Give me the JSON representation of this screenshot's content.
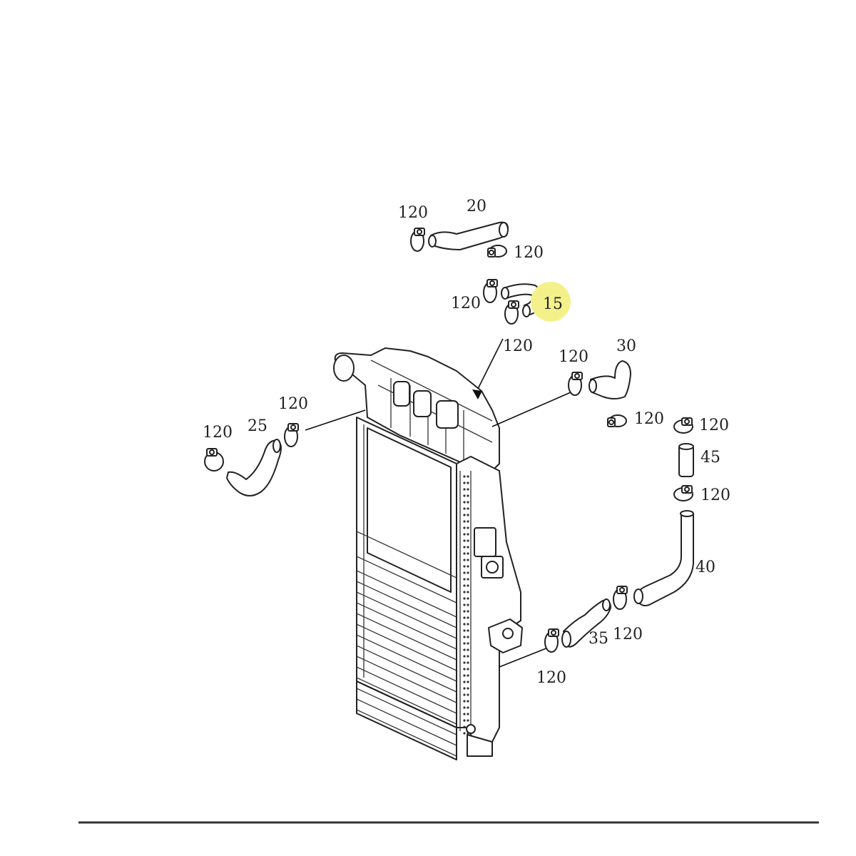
{
  "diagram": {
    "highlight_color": "#f4f18a",
    "callouts": {
      "hose_20": "20",
      "hose_15": "15",
      "hose_30": "30",
      "hose_25": "25",
      "hose_45": "45",
      "hose_40": "40",
      "hose_35": "35",
      "clamp": "120"
    }
  }
}
